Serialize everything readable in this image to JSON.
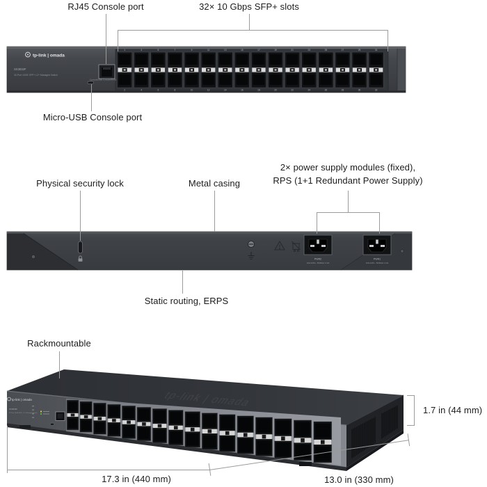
{
  "front_view": {
    "callouts": {
      "rj45": "RJ45 Console port",
      "sfp": "32× 10 Gbps SFP+ slots",
      "usb": "Micro-USB Console port"
    },
    "device": {
      "brand": "tp-link | omada",
      "model": "SX3032F",
      "description": "32-Port 10GE SFP+ L2+ Managed Switch",
      "led_labels": [
        "PWR1",
        "PWR2",
        "SYS",
        "FAN"
      ],
      "legend_title_1": "Port 1-32",
      "legend_title_2": "(SFP+)",
      "legend_items": [
        "10Gbps",
        "1Gbps",
        "Activity"
      ],
      "console_caption": "Console(USB) Console(RJ45)",
      "ports_top": [
        1,
        3,
        5,
        7,
        9,
        11,
        13,
        15,
        17,
        19,
        21,
        23,
        25,
        27,
        29,
        31
      ],
      "ports_bottom": [
        2,
        4,
        6,
        8,
        10,
        12,
        14,
        16,
        18,
        20,
        22,
        24,
        26,
        28,
        30,
        32
      ]
    }
  },
  "rear_view": {
    "callouts": {
      "lock": "Physical security lock",
      "casing": "Metal casing",
      "power_line1": "2× power supply modules (fixed),",
      "power_line2": "RPS (1+1 Redundant Power Supply)",
      "routing": "Static routing, ERPS"
    },
    "device": {
      "power_inlets": [
        {
          "name": "PWR2",
          "rating": "100-240V~ 50/60Hz 2.0A"
        },
        {
          "name": "PWR1",
          "rating": "100-240V~ 50/60Hz 2.0A"
        }
      ]
    }
  },
  "iso_view": {
    "callouts": {
      "rack": "Rackmountable"
    },
    "dimensions": {
      "height": "1.7 in (44 mm)",
      "width": "17.3 in (440 mm)",
      "depth": "13.0 in (330 mm)"
    },
    "device": {
      "watermark": "tp-link | omada"
    }
  },
  "colors": {
    "casing": "#3f4247",
    "callout_line": "#9b9b9b",
    "led_green": "#46b852",
    "led_yellow": "#e2c23c",
    "legend_colors": [
      "#46b852",
      "#e2c23c",
      "#9aa0a6"
    ]
  }
}
